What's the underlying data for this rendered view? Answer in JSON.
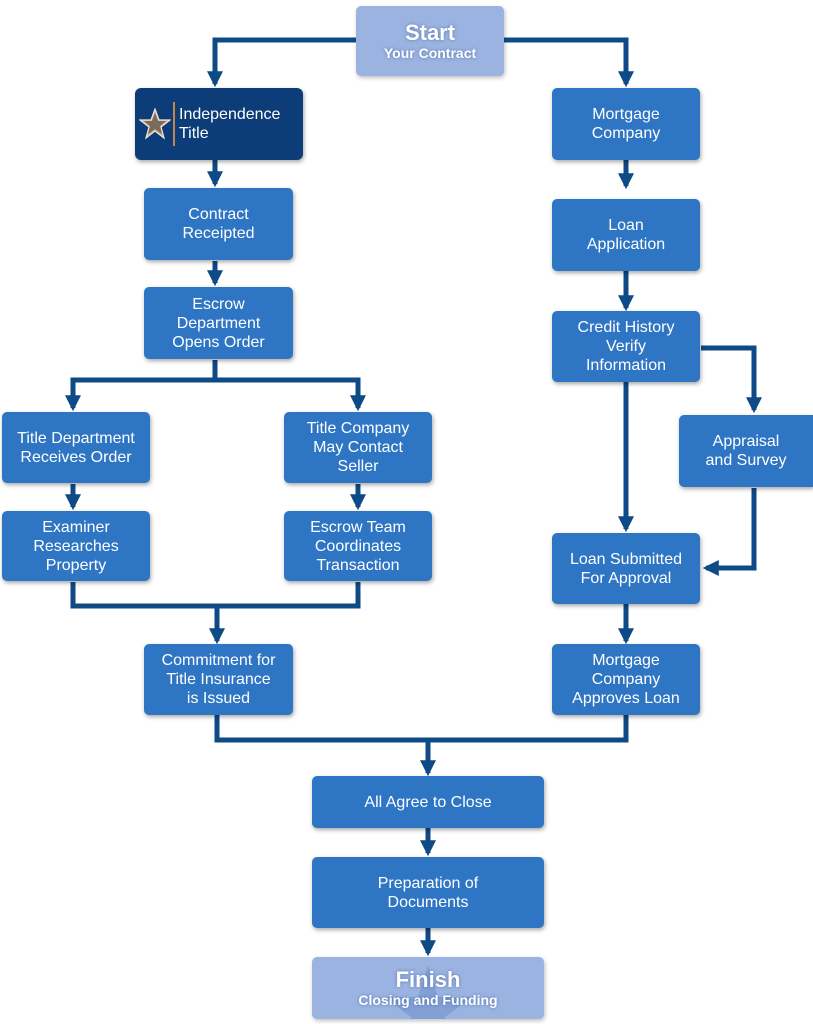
{
  "start": {
    "title": "Start",
    "subtitle": "Your Contract"
  },
  "brand": {
    "line1": "Independence",
    "line2": "Title"
  },
  "steps": {
    "contract_receipted": [
      "Contract",
      "Receipted"
    ],
    "escrow_opens": [
      "Escrow",
      "Department",
      "Opens Order"
    ],
    "title_dept": [
      "Title Department",
      "Receives Order"
    ],
    "title_contact": [
      "Title Company",
      "May Contact",
      "Seller"
    ],
    "examiner": [
      "Examiner",
      "Researches",
      "Property"
    ],
    "escrow_team": [
      "Escrow Team",
      "Coordinates",
      "Transaction"
    ],
    "commitment": [
      "Commitment for",
      "Title Insurance",
      "is Issued"
    ],
    "mortgage_company": [
      "Mortgage",
      "Company"
    ],
    "loan_application": [
      "Loan",
      "Application"
    ],
    "credit_history": [
      "Credit History",
      "Verify",
      "Information"
    ],
    "appraisal": [
      "Appraisal",
      "and Survey"
    ],
    "loan_submitted": [
      "Loan Submitted",
      "For Approval"
    ],
    "mortgage_approves": [
      "Mortgage",
      "Company",
      "Approves Loan"
    ],
    "all_agree": [
      "All Agree to Close"
    ],
    "preparation": [
      "Preparation of",
      "Documents"
    ]
  },
  "finish": {
    "title": "Finish",
    "subtitle": "Closing and Funding"
  },
  "colors": {
    "box": "#2e75c4",
    "light_box": "#9bb3e0",
    "brand_box": "#0c3d78",
    "connector": "#0e4a85"
  }
}
